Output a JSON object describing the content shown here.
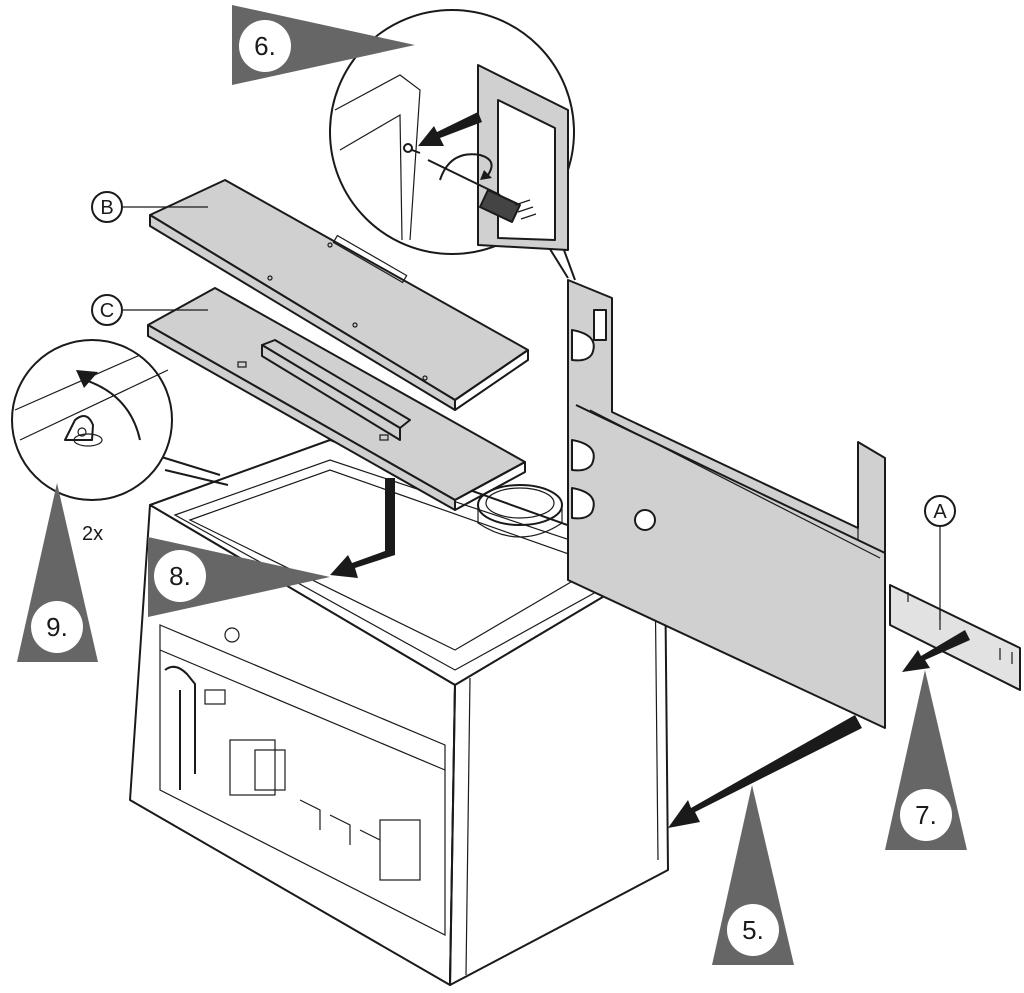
{
  "steps": [
    {
      "id": "5",
      "label": "5."
    },
    {
      "id": "6",
      "label": "6."
    },
    {
      "id": "7",
      "label": "7."
    },
    {
      "id": "8",
      "label": "8."
    },
    {
      "id": "9",
      "label": "9."
    }
  ],
  "parts": [
    {
      "id": "A",
      "label": "A"
    },
    {
      "id": "B",
      "label": "B"
    },
    {
      "id": "C",
      "label": "C"
    }
  ],
  "quantity_label": "2x",
  "colors": {
    "panel_fill": "#d0d0d0",
    "marker_fill": "#666666",
    "line": "#1a1a1a"
  }
}
